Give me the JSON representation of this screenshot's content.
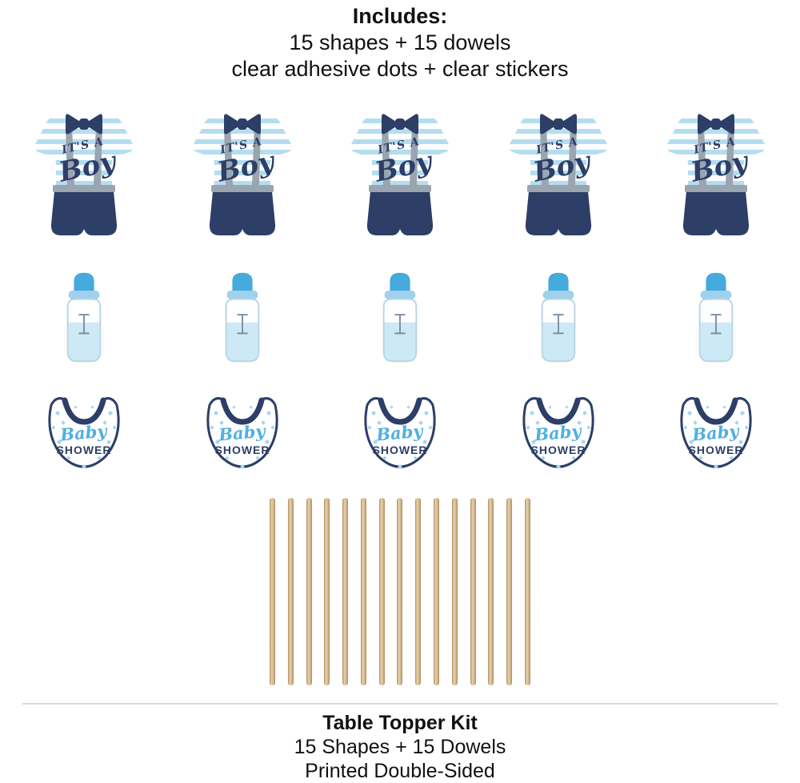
{
  "colors": {
    "navy": "#2d3e67",
    "stripe_blue": "#b5ddf0",
    "suspender_gray": "#9aa5b0",
    "cap_blue": "#45aadd",
    "ring_blue": "#9fd1ec",
    "milk_blue": "#cde9f6",
    "bottle_outline": "#b9d6e6",
    "pattern_blue": "#a8d6ee",
    "script_blue": "#4fb0df",
    "dowel_tan": "#d7ba92",
    "dowel_dark": "#b08d5f",
    "dowel_light": "#e7d2ae",
    "divider": "#d9d9d9",
    "ink": "#111111"
  },
  "header": {
    "title": "Includes:",
    "line1": "15 shapes + 15 dowels",
    "line2": "clear adhesive dots + clear stickers"
  },
  "shapes": {
    "outfit": {
      "count": 5,
      "label_top": "IT'S A",
      "label_bottom": "Boy"
    },
    "bottle": {
      "count": 5
    },
    "bib": {
      "count": 5,
      "label_top": "Baby",
      "label_bottom": "SHOWER"
    }
  },
  "dowels": {
    "count": 15
  },
  "footer": {
    "title": "Table Topper Kit",
    "line1": "15 Shapes + 15 Dowels",
    "line2": "Printed Double-Sided"
  }
}
